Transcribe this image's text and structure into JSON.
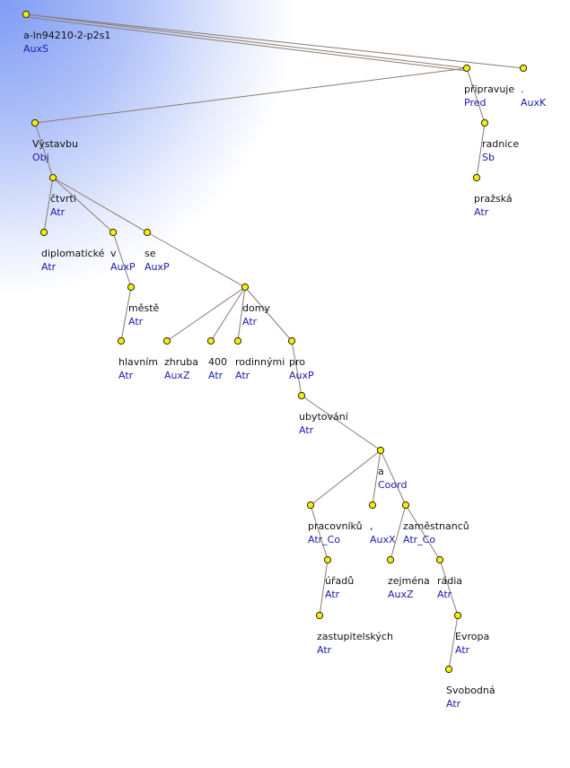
{
  "tree": {
    "root_id": "a-ln94210-2-p2s1",
    "nodes": [
      {
        "key": "root",
        "word": "a-ln94210-2-p2s1",
        "func": "AuxS",
        "parent": null
      },
      {
        "key": "pripravuje",
        "word": "připravuje",
        "func": "Pred",
        "parent": "root"
      },
      {
        "key": "dot",
        "word": ".",
        "func": "AuxK",
        "parent": "root"
      },
      {
        "key": "radnice",
        "word": "radnice",
        "func": "Sb",
        "parent": "pripravuje"
      },
      {
        "key": "prazska",
        "word": "pražská",
        "func": "Atr",
        "parent": "radnice"
      },
      {
        "key": "vystavbu",
        "word": "Výstavbu",
        "func": "Obj",
        "parent": "pripravuje"
      },
      {
        "key": "ctvrti",
        "word": "čtvrti",
        "func": "Atr",
        "parent": "vystavbu"
      },
      {
        "key": "diplomaticke",
        "word": "diplomatické",
        "func": "Atr",
        "parent": "ctvrti"
      },
      {
        "key": "v",
        "word": "v",
        "func": "AuxP",
        "parent": "ctvrti"
      },
      {
        "key": "se",
        "word": "se",
        "func": "AuxP",
        "parent": "ctvrti"
      },
      {
        "key": "meste",
        "word": "městě",
        "func": "Atr",
        "parent": "v"
      },
      {
        "key": "hlavnim",
        "word": "hlavním",
        "func": "Atr",
        "parent": "meste"
      },
      {
        "key": "domy",
        "word": "domy",
        "func": "Atr",
        "parent": "se"
      },
      {
        "key": "zhruba",
        "word": "zhruba",
        "func": "AuxZ",
        "parent": "domy"
      },
      {
        "key": "n400",
        "word": "400",
        "func": "Atr",
        "parent": "domy"
      },
      {
        "key": "rodinnymi",
        "word": "rodinnými",
        "func": "Atr",
        "parent": "domy"
      },
      {
        "key": "pro",
        "word": "pro",
        "func": "AuxP",
        "parent": "domy"
      },
      {
        "key": "ubytovani",
        "word": "ubytování",
        "func": "Atr",
        "parent": "pro"
      },
      {
        "key": "a",
        "word": "a",
        "func": "Coord",
        "parent": "ubytovani"
      },
      {
        "key": "pracovniku",
        "word": "pracovníků",
        "func": "Atr_Co",
        "parent": "a"
      },
      {
        "key": "comma",
        "word": ",",
        "func": "AuxX",
        "parent": "a"
      },
      {
        "key": "zamestnancu",
        "word": "zaměstnanců",
        "func": "Atr_Co",
        "parent": "a"
      },
      {
        "key": "uradu",
        "word": "úřadů",
        "func": "Atr",
        "parent": "pracovniku"
      },
      {
        "key": "zastupitelskych",
        "word": "zastupitelských",
        "func": "Atr",
        "parent": "uradu"
      },
      {
        "key": "zejmena",
        "word": "zejména",
        "func": "AuxZ",
        "parent": "zamestnancu"
      },
      {
        "key": "radia",
        "word": "rádia",
        "func": "Atr",
        "parent": "zamestnancu"
      },
      {
        "key": "evropa",
        "word": "Evropa",
        "func": "Atr",
        "parent": "radia"
      },
      {
        "key": "svobodna",
        "word": "Svobodná",
        "func": "Atr",
        "parent": "evropa"
      }
    ]
  },
  "colors": {
    "node_fill": "#f4f000",
    "word_text": "#111111",
    "func_text": "#1a1aa8",
    "edge": "#8c7a6e",
    "highlight": "#7f9cf5"
  }
}
